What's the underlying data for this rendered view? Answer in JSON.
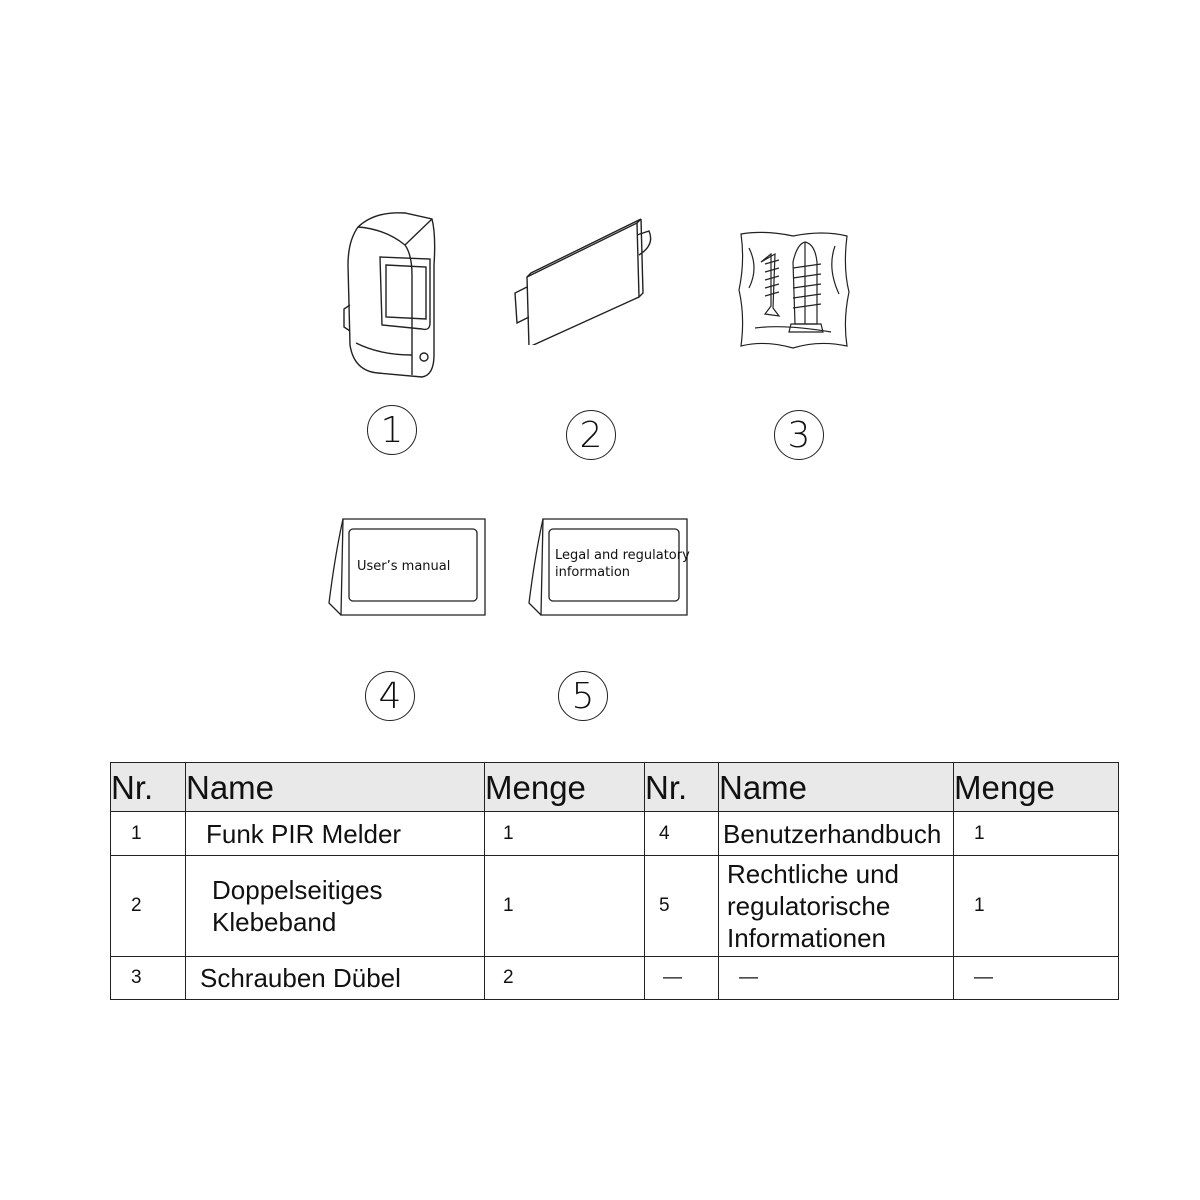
{
  "items": [
    {
      "number": "1",
      "icon": "pir-motion-sensor-icon"
    },
    {
      "number": "2",
      "icon": "double-sided-tape-icon"
    },
    {
      "number": "3",
      "icon": "screws-and-dowels-bag-icon"
    },
    {
      "number": "4",
      "icon": "booklet-icon",
      "label": "User’s manual"
    },
    {
      "number": "5",
      "icon": "booklet-icon",
      "label_line1": "Legal and regulatory",
      "label_line2": "information"
    }
  ],
  "table": {
    "headers": {
      "nr": "Nr.",
      "name": "Name",
      "menge": "Menge",
      "nr2": "Nr.",
      "name2": "Name",
      "menge2": "Menge"
    },
    "rows": [
      {
        "nr": "1",
        "name": "Funk PIR Melder",
        "qty": "1",
        "nr2": "4",
        "name2": "Benutzerhandbuch",
        "qty2": "1"
      },
      {
        "nr": "2",
        "name_line1": "Doppelseitiges",
        "name_line2": "Klebeband",
        "qty": "1",
        "nr2": "5",
        "name2_line1": "Rechtliche und",
        "name2_line2": "regulatorische",
        "name2_line3": "Informationen",
        "qty2": "1"
      },
      {
        "nr": "3",
        "name": "Schrauben Dübel",
        "qty": "2",
        "nr2": "—",
        "name2": "—",
        "qty2": "—"
      }
    ]
  }
}
